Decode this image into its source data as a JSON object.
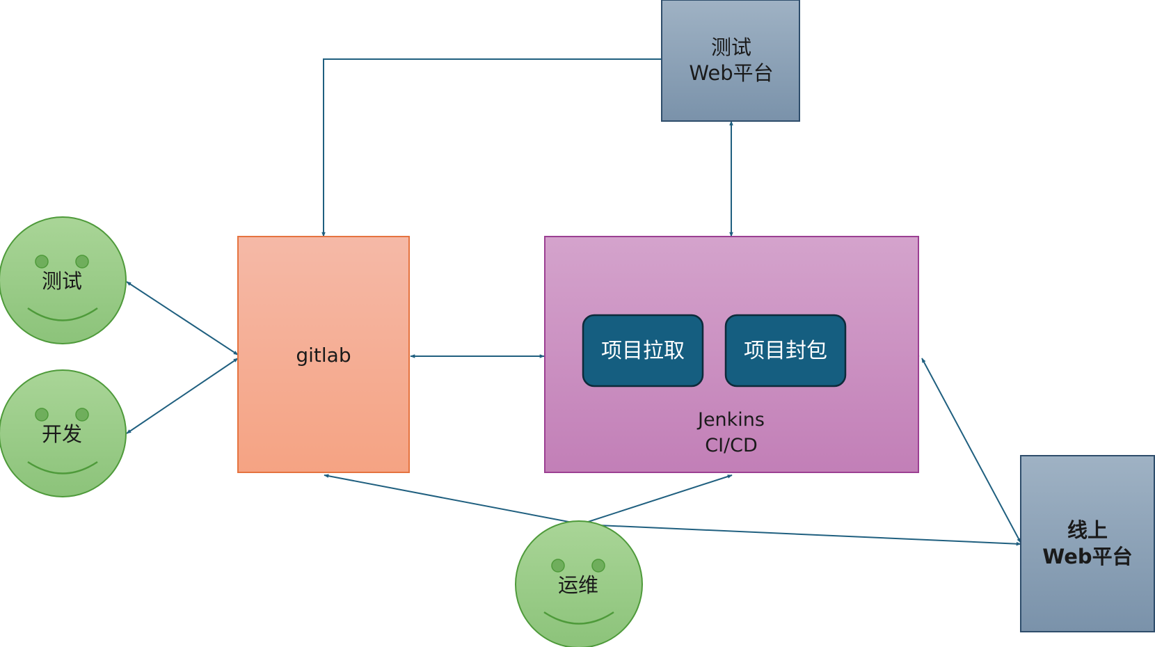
{
  "colors": {
    "line": "#1f5f7f",
    "smiley_fill_top": "#a9d597",
    "smiley_fill_bottom": "#8cc37a",
    "smiley_stroke": "#4e9a3a",
    "smiley_eye": "#6fae5c",
    "gitlab_fill_top": "#f5b9a7",
    "gitlab_fill_bottom": "#f5a383",
    "gitlab_stroke": "#e5733f",
    "jenkins_fill_top": "#d4a3cc",
    "jenkins_fill_bottom": "#c27fb7",
    "jenkins_stroke": "#9b3f92",
    "step_fill": "#155e80",
    "step_stroke": "#0d2a3a",
    "web_fill_top": "#9fb2c4",
    "web_fill_bottom": "#7a92aa",
    "web_stroke": "#2e4d6b"
  },
  "nodes": {
    "tester": {
      "label": "测试"
    },
    "developer": {
      "label": "开发"
    },
    "ops": {
      "label": "运维"
    },
    "gitlab": {
      "label": "gitlab"
    },
    "jenkins": {
      "label_line1": "Jenkins",
      "label_line2": "CI/CD"
    },
    "pull": {
      "label": "项目拉取"
    },
    "package": {
      "label": "项目封包"
    },
    "test_web": {
      "label_line1": "测试",
      "label_line2": "Web平台"
    },
    "prod_web": {
      "label_line1": "线上",
      "label_line2": "Web平台"
    }
  }
}
